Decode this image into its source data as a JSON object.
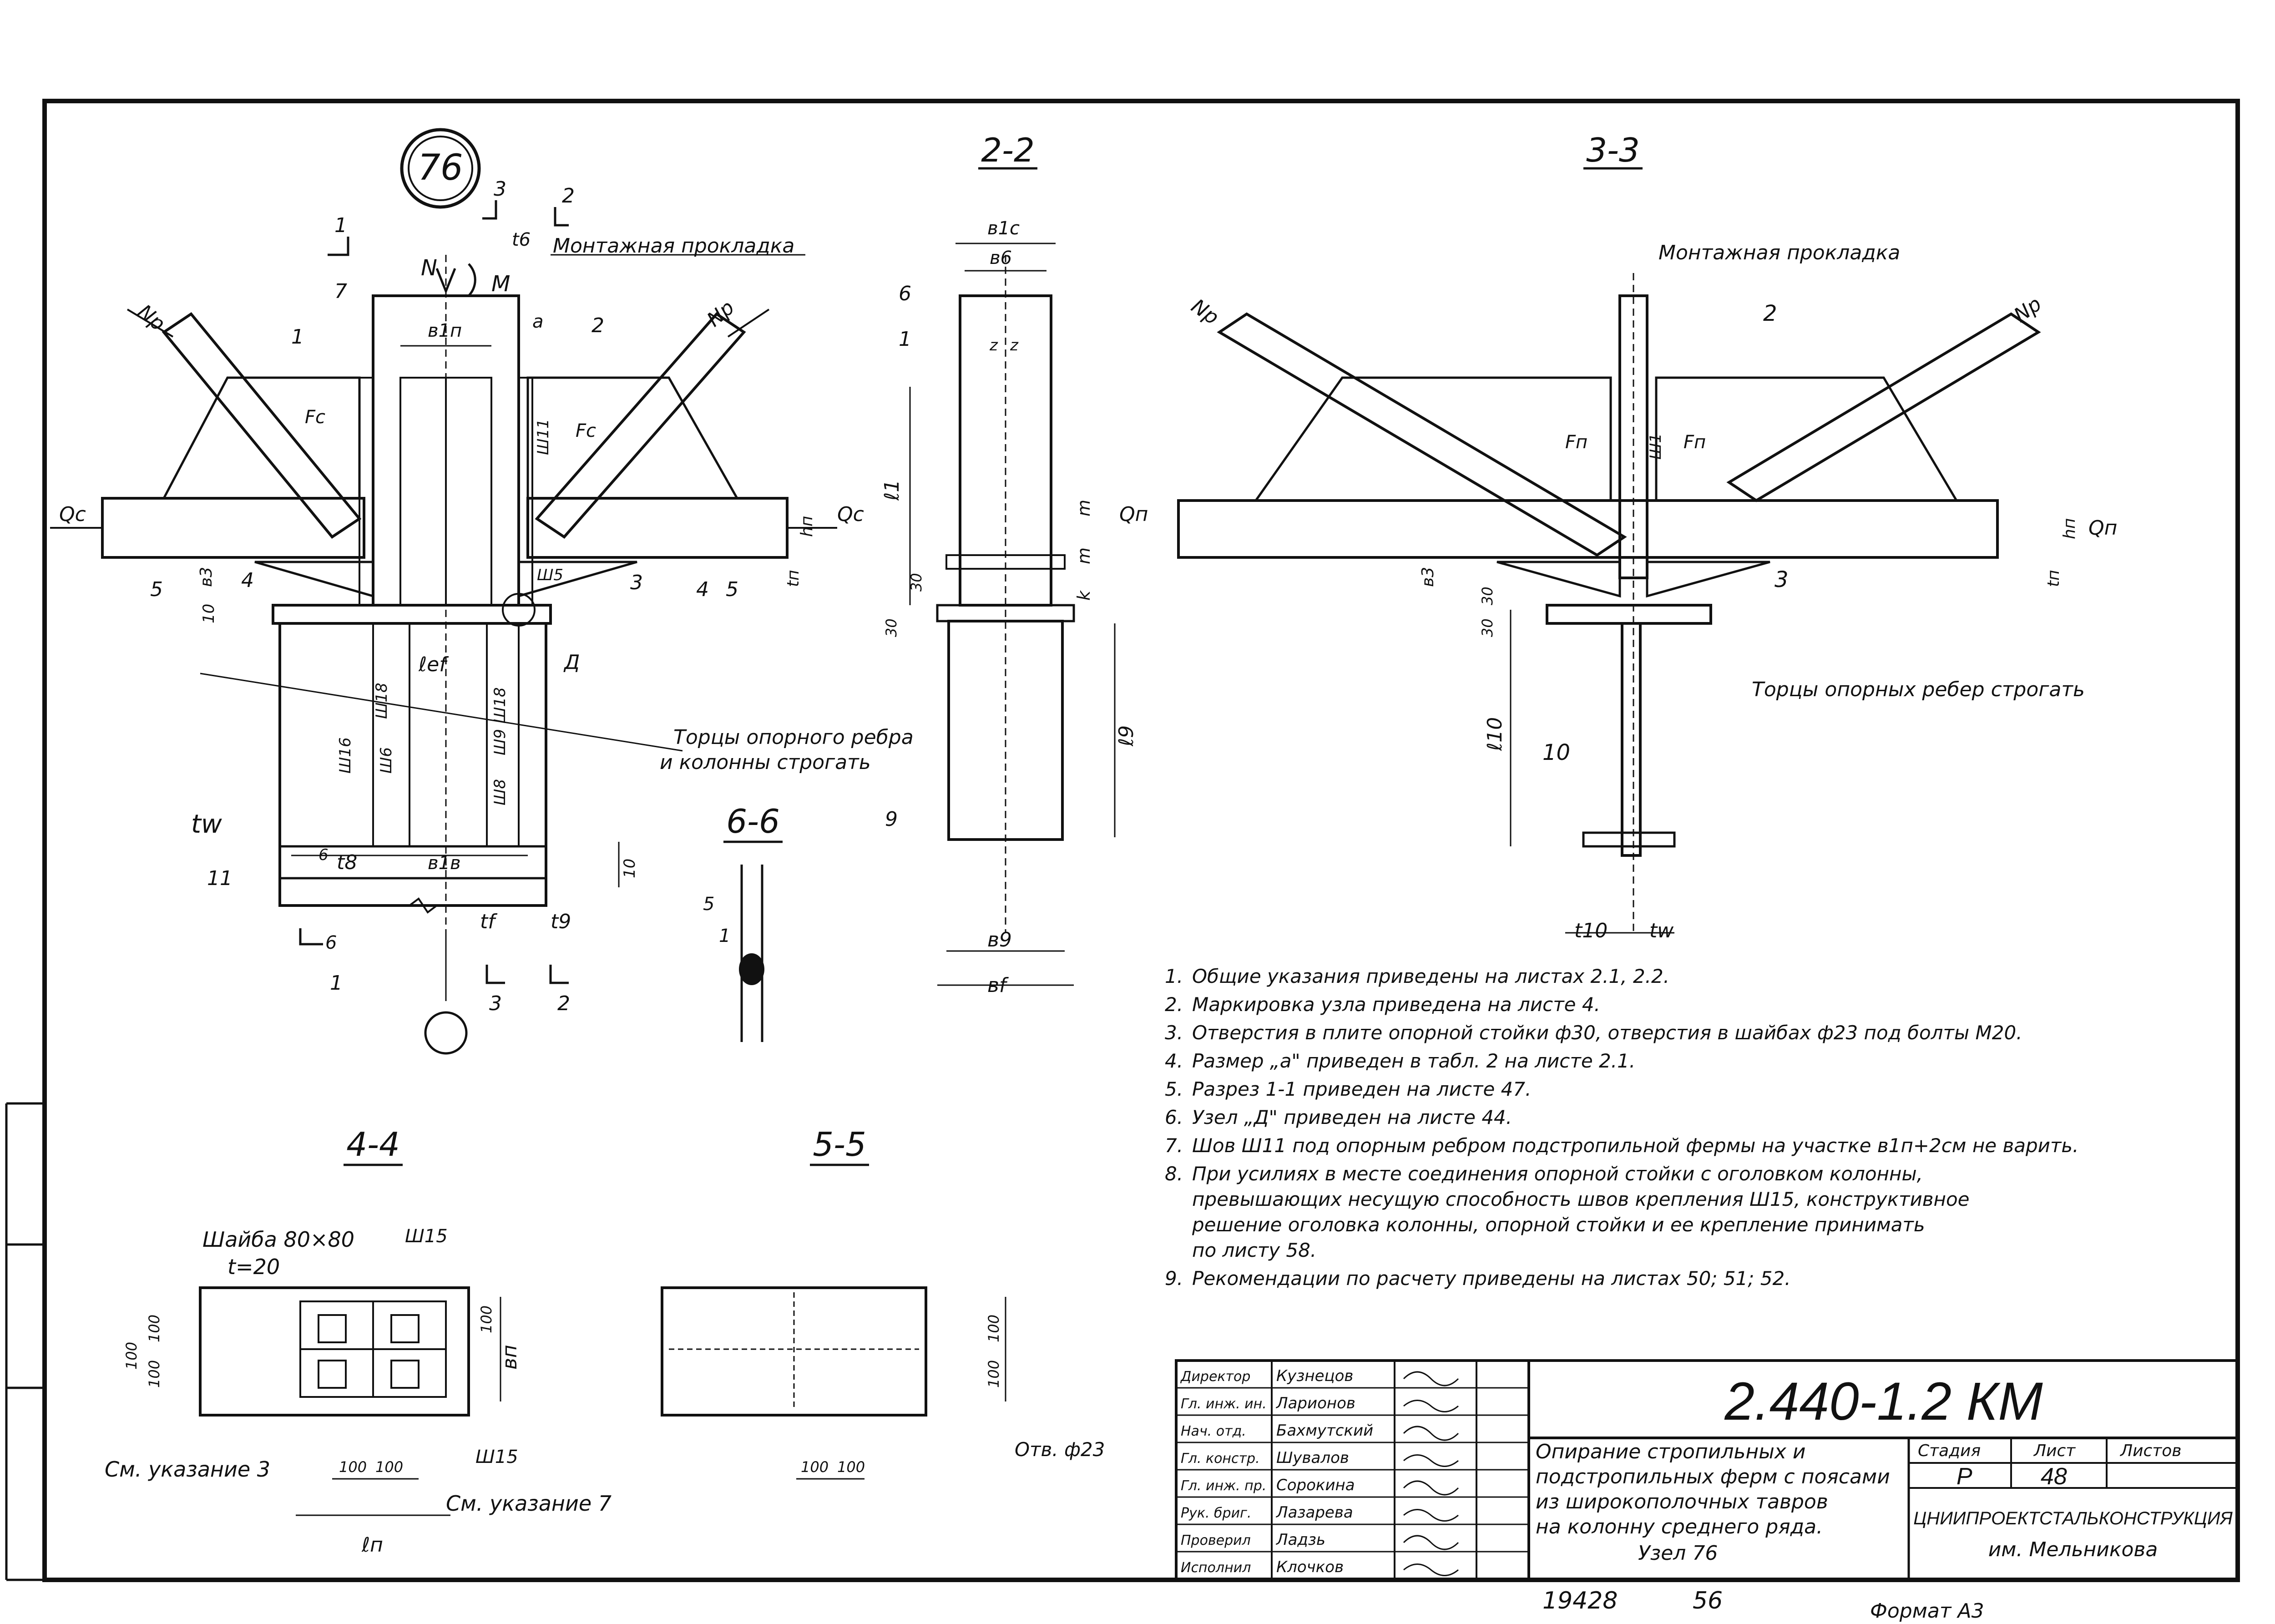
{
  "node": {
    "badge": "76",
    "section_cuts": [
      "1",
      "3",
      "2",
      "5",
      "4",
      "6"
    ],
    "labels": {
      "N": "N",
      "M": "M",
      "Np": "Nр",
      "Qc": "Qс",
      "Qp": "Qп",
      "b1p": "в1п",
      "b1b": "в1в",
      "b3": "в3",
      "t6": "t6",
      "t8": "t8",
      "t9": "t9",
      "tf": "tf",
      "tw": "tw",
      "hn": "hп",
      "tn": "tп",
      "a": "a",
      "Fc": "Fс",
      "Fp": "Fп",
      "lef": "ℓef",
      "D": "Д",
      "pos": [
        "7",
        "1",
        "2",
        "3",
        "11",
        "10",
        "9",
        "6",
        "5",
        "1"
      ],
      "welds": [
        "Ш1",
        "Ш5",
        "Ш6",
        "Ш8",
        "Ш9",
        "Ш11",
        "Ш15",
        "Ш16",
        "Ш18"
      ],
      "ten": "10"
    },
    "callouts": {
      "mounting_pad": "Монтажная прокладка",
      "plane_ends_1": "Торцы опорного ребра",
      "plane_ends_2": "и колонны строгать",
      "plane_ends_3": "Торцы опорных ребер строгать"
    }
  },
  "sections": {
    "s22": {
      "title": "2-2",
      "labels": [
        "в1с",
        "в6",
        "z",
        "z",
        "ℓ1",
        "m",
        "m",
        "k",
        "30",
        "30",
        "ℓ9",
        "в9",
        "вf",
        "6",
        "1",
        "9"
      ]
    },
    "s33": {
      "title": "3-3",
      "labels": [
        "2",
        "3",
        "10",
        "ℓ10",
        "t10",
        "tw",
        "в3",
        "30",
        "30",
        "Ш1"
      ]
    },
    "s66": {
      "title": "6-6",
      "labels": [
        "5",
        "1"
      ]
    },
    "s44": {
      "title": "4-4",
      "washer_1": "Шайба 80×80",
      "washer_2": "t=20",
      "weld": "Ш15",
      "weld2": "Ш15",
      "dims": [
        "100",
        "100",
        "100",
        "100",
        "100",
        "100",
        "ℓп",
        "вп"
      ],
      "note_ref_3": "См. указание 3",
      "note_ref_7": "См. указание 7"
    },
    "s55": {
      "title": "5-5",
      "dims": [
        "100",
        "100",
        "100",
        "100"
      ],
      "hole": "Отв. ф23"
    }
  },
  "notes": [
    {
      "n": "1.",
      "text": "Общие указания приведены на листах 2.1, 2.2."
    },
    {
      "n": "2.",
      "text": "Маркировка узла приведена на листе 4."
    },
    {
      "n": "3.",
      "text": "Отверстия в плите опорной стойки ф30, отверстия в шайбах ф23 под болты М20."
    },
    {
      "n": "4.",
      "text": "Размер „а\" приведен в табл. 2 на листе 2.1."
    },
    {
      "n": "5.",
      "text": "Разрез 1-1 приведен на листе 47."
    },
    {
      "n": "6.",
      "text": "Узел „Д\" приведен на листе 44."
    },
    {
      "n": "7.",
      "text": "Шов Ш11 под опорным ребром подстропильной фермы на участке в1п+2см не варить."
    },
    {
      "n": "8.",
      "text": "При усилиях в месте соединения опорной стойки с оголовком колонны,"
    },
    {
      "n": "",
      "text": "превышающих несущую способность швов крепления Ш15, конструктивное"
    },
    {
      "n": "",
      "text": "решение оголовка колонны, опорной стойки и ее крепление принимать"
    },
    {
      "n": "",
      "text": "по листу 58."
    },
    {
      "n": "9.",
      "text": "Рекомендации по расчету приведены на листах 50; 51; 52."
    }
  ],
  "title_block": {
    "code": "2.440-1.2 КМ",
    "roles": [
      "Директор",
      "Гл. инж. ин.",
      "Нач. отд.",
      "Гл. констр.",
      "Гл. инж. пр.",
      "Рук. бриг.",
      "Проверил",
      "Исполнил"
    ],
    "names": [
      "Кузнецов",
      "Ларионов",
      "Бахмутский",
      "Шувалов",
      "Сорокина",
      "Лазарева",
      "Ладзь",
      "Клочков"
    ],
    "desc": [
      "Опирание стропильных и",
      "подстропильных ферм с поясами",
      "из широкополочных тавров",
      "на колонну среднего ряда.",
      "Узел 76"
    ],
    "stage_h": "Стадия",
    "sheet_h": "Лист",
    "sheets_h": "Листов",
    "stage": "Р",
    "sheet": "48",
    "sheets": "",
    "org1": "ЦНИИПРОЕКТСТАЛЬКОНСТРУКЦИЯ",
    "org2": "им. Мельникова"
  },
  "footer": {
    "inv": "19428",
    "num": "56",
    "format": "Формат А3"
  }
}
